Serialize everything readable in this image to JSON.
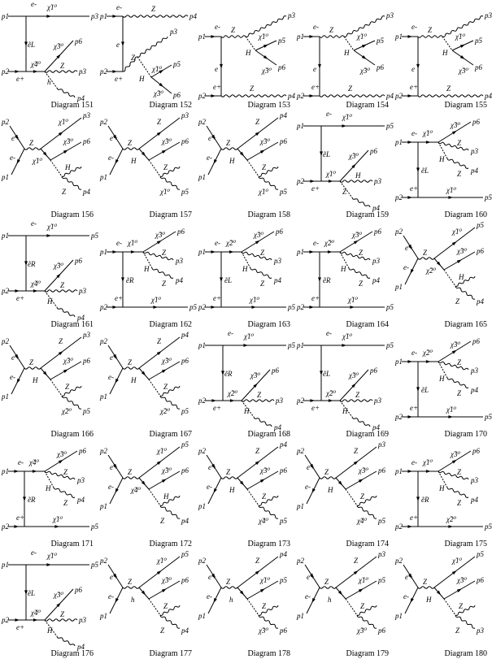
{
  "page": {
    "background": "#ffffff",
    "ink": "#000000"
  },
  "diagrams": [
    {
      "caption": "Diagram 151",
      "topo": "A",
      "labels": {
        "tl": "p1",
        "tr": "p3",
        "top_int": "χ̃1⁰",
        "left_t": "ẽL",
        "low_int": "χ̃4⁰",
        "r1": "χ̃3⁰",
        "r1p": "p6",
        "r2": "Z",
        "r2p": "p3",
        "bl": "p2",
        "leg_b": "e+",
        "h": "h",
        "hp": "p4",
        "top_el": "e-"
      }
    },
    {
      "caption": "Diagram 152",
      "topo": "B",
      "labels": {
        "tl": "p1",
        "tr": "p4",
        "top_int": "Z",
        "left_t": "e",
        "bl": "p2",
        "leg_b": "e+",
        "a": "Z",
        "ap": "p3",
        "b": "χ̃1⁰",
        "bp": "p5",
        "h": "H",
        "c": "χ̃3⁰",
        "cp": "p6",
        "top_el": "e-"
      }
    },
    {
      "caption": "Diagram 153",
      "topo": "C",
      "labels": {
        "tl": "p1",
        "tr": "p3",
        "top_int": "Z",
        "a": "χ̃1⁰",
        "ap": "p5",
        "h": "H",
        "b": "χ̃3⁰",
        "bp": "p6",
        "left_t": "e",
        "bl": "p2",
        "br": "p4",
        "bot_int": "Z",
        "top_el": "e-",
        "leg_b": "e+"
      }
    },
    {
      "caption": "Diagram 154",
      "topo": "C",
      "labels": {
        "tl": "p1",
        "tr": "p3",
        "top_int": "Z",
        "a": "χ̃1⁰",
        "ap": "p5",
        "h": "H",
        "b": "χ̃3⁰",
        "bp": "p6",
        "left_t": "e",
        "bl": "p2",
        "br": "p4",
        "bot_int": "Z",
        "top_el": "e-",
        "leg_b": "e+"
      }
    },
    {
      "caption": "Diagram 155",
      "topo": "C",
      "labels": {
        "tl": "p1",
        "tr": "p3",
        "top_int": "Z",
        "a": "χ̃1⁰",
        "ap": "p5",
        "h": "H",
        "b": "χ̃3⁰",
        "bp": "p6",
        "left_t": "e",
        "bl": "p2",
        "br": "p4",
        "bot_int": "Z",
        "top_el": "e-",
        "leg_b": "e+"
      }
    },
    {
      "caption": "Diagram 156",
      "topo": "D",
      "labels": {
        "pa": "p2",
        "pb": "p1",
        "ea": "e+",
        "eb": "e-",
        "z": "Z",
        "a": "χ̃1⁰",
        "ap": "p3",
        "b": "χ̃3⁰",
        "bp": "p6",
        "c": "χ̃1⁰",
        "h": "H",
        "d": "Z",
        "dp": "p4"
      }
    },
    {
      "caption": "Diagram 157",
      "topo": "D",
      "labels": {
        "pa": "p2",
        "pb": "p1",
        "ea": "e+",
        "eb": "e-",
        "z": "Z",
        "a": "Z",
        "ap": "p3",
        "b": "χ̃3⁰",
        "bp": "p6",
        "c": "H",
        "h": "Z",
        "d": "χ̃1⁰",
        "dp": "p5"
      }
    },
    {
      "caption": "Diagram 158",
      "topo": "D",
      "labels": {
        "pa": "p2",
        "pb": "p1",
        "ea": "e+",
        "eb": "e-",
        "z": "Z",
        "a": "Z",
        "ap": "p4",
        "b": "χ̃3⁰",
        "bp": "p6",
        "c": "H",
        "h": "Z",
        "d": "χ̃1⁰",
        "dp": "p5"
      }
    },
    {
      "caption": "Diagram 159",
      "topo": "A",
      "labels": {
        "tl": "p1",
        "tr": "p5",
        "top_int": "χ̃1⁰",
        "left_t": "ẽL",
        "low_int": "χ̃1⁰",
        "r1": "χ̃3⁰",
        "r1p": "p6",
        "r2": "H",
        "r2p": "p3",
        "bl": "p2",
        "leg_b": "e+",
        "h": "Z",
        "hp": "p4",
        "top_el": "e-"
      }
    },
    {
      "caption": "Diagram 160",
      "topo": "E",
      "labels": {
        "tl": "p1",
        "top_int": "χ̃1⁰",
        "a": "χ̃3⁰",
        "ap": "p6",
        "b": "Z",
        "bp": "p3",
        "h": "H",
        "c": "Z",
        "cp": "p4",
        "left_t": "ẽL",
        "bl": "p2",
        "bot_int": "χ̃1⁰",
        "br": "p5",
        "top_el": "e-",
        "leg_b": "e+"
      }
    },
    {
      "caption": "Diagram 161",
      "topo": "A",
      "labels": {
        "tl": "p1",
        "tr": "p5",
        "top_int": "χ̃1⁰",
        "left_t": "ẽR",
        "low_int": "χ̃4⁰",
        "r1": "χ̃3⁰",
        "r1p": "p6",
        "r2": "Z",
        "r2p": "p3",
        "bl": "p2",
        "leg_b": "e+",
        "h": "H",
        "hp": "p4",
        "top_el": "e-"
      }
    },
    {
      "caption": "Diagram 162",
      "topo": "E",
      "labels": {
        "tl": "p1",
        "top_int": "χ̃1⁰",
        "a": "χ̃3⁰",
        "ap": "p6",
        "b": "Z",
        "bp": "p3",
        "h": "H",
        "c": "Z",
        "cp": "p4",
        "left_t": "ẽR",
        "bl": "p2",
        "bot_int": "χ̃1⁰",
        "br": "p5",
        "top_el": "e-",
        "leg_b": "e+"
      }
    },
    {
      "caption": "Diagram 163",
      "topo": "E",
      "labels": {
        "tl": "p1",
        "top_int": "χ̃2⁰",
        "a": "χ̃3⁰",
        "ap": "p6",
        "b": "Z",
        "bp": "p3",
        "h": "H",
        "c": "Z",
        "cp": "p4",
        "left_t": "ẽL",
        "bl": "p2",
        "bot_int": "χ̃1⁰",
        "br": "p5",
        "top_el": "e-",
        "leg_b": "e+"
      }
    },
    {
      "caption": "Diagram 164",
      "topo": "E",
      "labels": {
        "tl": "p1",
        "top_int": "χ̃2⁰",
        "a": "χ̃3⁰",
        "ap": "p6",
        "b": "Z",
        "bp": "p3",
        "h": "H",
        "c": "Z",
        "cp": "p4",
        "left_t": "ẽR",
        "bl": "p2",
        "bot_int": "χ̃1⁰",
        "br": "p5",
        "top_el": "e-",
        "leg_b": "e+"
      }
    },
    {
      "caption": "Diagram 165",
      "topo": "D",
      "labels": {
        "pa": "p2",
        "pb": "p1",
        "ea": "e+",
        "eb": "e-",
        "z": "Z",
        "a": "χ̃1⁰",
        "ap": "p5",
        "b": "χ̃3⁰",
        "bp": "p6",
        "c": "χ̃2⁰",
        "h": "H",
        "d": "Z",
        "dp": "p4"
      }
    },
    {
      "caption": "Diagram 166",
      "topo": "D",
      "labels": {
        "pa": "p2",
        "pb": "p1",
        "ea": "e+",
        "eb": "e-",
        "z": "Z",
        "a": "Z",
        "ap": "p3",
        "b": "χ̃3⁰",
        "bp": "p6",
        "c": "H",
        "h": "Z",
        "d": "χ̃2⁰",
        "dp": "p5"
      }
    },
    {
      "caption": "Diagram 167",
      "topo": "D",
      "labels": {
        "pa": "p2",
        "pb": "p1",
        "ea": "e+",
        "eb": "e-",
        "z": "Z",
        "a": "Z",
        "ap": "p4",
        "b": "χ̃3⁰",
        "bp": "p6",
        "c": "H",
        "h": "Z",
        "d": "χ̃2⁰",
        "dp": "p5"
      }
    },
    {
      "caption": "Diagram 168",
      "topo": "A",
      "labels": {
        "tl": "p1",
        "tr": "p5",
        "top_int": "χ̃1⁰",
        "left_t": "ẽR",
        "low_int": "χ̃2⁰",
        "r1": "χ̃3⁰",
        "r1p": "p6",
        "r2": "Z",
        "r2p": "p3",
        "bl": "p2",
        "leg_b": "e+",
        "h": "H",
        "hp": "p4",
        "top_el": "e-"
      }
    },
    {
      "caption": "Diagram 169",
      "topo": "A",
      "labels": {
        "tl": "p1",
        "tr": "p5",
        "top_int": "χ̃1⁰",
        "left_t": "ẽL",
        "low_int": "χ̃2⁰",
        "r1": "χ̃3⁰",
        "r1p": "p6",
        "r2": "Z",
        "r2p": "p3",
        "bl": "p2",
        "leg_b": "e+",
        "h": "H",
        "hp": "p4",
        "top_el": "e-"
      }
    },
    {
      "caption": "Diagram 170",
      "topo": "E",
      "labels": {
        "tl": "p1",
        "top_int": "χ̃2⁰",
        "a": "χ̃3⁰",
        "ap": "p6",
        "b": "Z",
        "bp": "p3",
        "h": "H",
        "c": "Z",
        "cp": "p4",
        "left_t": "ẽL",
        "bl": "p2",
        "bot_int": "χ̃1⁰",
        "br": "p5",
        "top_el": "e-",
        "leg_b": "e+"
      }
    },
    {
      "caption": "Diagram 171",
      "topo": "E",
      "labels": {
        "tl": "p1",
        "top_int": "χ̃4⁰",
        "a": "χ̃3⁰",
        "ap": "p6",
        "b": "Z",
        "bp": "p3",
        "h": "H",
        "c": "Z",
        "cp": "p4",
        "left_t": "ẽR",
        "bl": "p2",
        "bot_int": "χ̃1⁰",
        "br": "p5",
        "top_el": "e-",
        "leg_b": "e+"
      }
    },
    {
      "caption": "Diagram 172",
      "topo": "D",
      "labels": {
        "pa": "p2",
        "pb": "p1",
        "ea": "e+",
        "eb": "e-",
        "z": "Z",
        "a": "χ̃1⁰",
        "ap": "p5",
        "b": "χ̃3⁰",
        "bp": "p6",
        "c": "χ̃4⁰",
        "h": "H",
        "d": "Z",
        "dp": "p4"
      }
    },
    {
      "caption": "Diagram 173",
      "topo": "D",
      "labels": {
        "pa": "p2",
        "pb": "p1",
        "ea": "e+",
        "eb": "e-",
        "z": "Z",
        "a": "Z",
        "ap": "p4",
        "b": "χ̃3⁰",
        "bp": "p6",
        "c": "H",
        "h": "Z",
        "d": "χ̃4⁰",
        "dp": "p5"
      }
    },
    {
      "caption": "Diagram 174",
      "topo": "D",
      "labels": {
        "pa": "p2",
        "pb": "p1",
        "ea": "e+",
        "eb": "e-",
        "z": "Z",
        "a": "Z",
        "ap": "p3",
        "b": "χ̃3⁰",
        "bp": "p6",
        "c": "H",
        "h": "Z",
        "d": "χ̃4⁰",
        "dp": "p5"
      }
    },
    {
      "caption": "Diagram 175",
      "topo": "E",
      "labels": {
        "tl": "p1",
        "top_int": "χ̃1⁰",
        "a": "χ̃3⁰",
        "ap": "p6",
        "b": "Z",
        "bp": "p3",
        "h": "H",
        "c": "Z",
        "cp": "p4",
        "left_t": "ẽR",
        "bl": "p2",
        "bot_int": "χ̃2⁰",
        "br": "p5",
        "top_el": "e-",
        "leg_b": "e+"
      }
    },
    {
      "caption": "Diagram 176",
      "topo": "A",
      "labels": {
        "tl": "p1",
        "tr": "p5",
        "top_int": "χ̃1⁰",
        "left_t": "ẽL",
        "low_int": "χ̃4⁰",
        "r1": "χ̃3⁰",
        "r1p": "p6",
        "r2": "Z",
        "r2p": "p3",
        "bl": "p2",
        "leg_b": "e+",
        "h": "H",
        "hp": "p4",
        "top_el": "e-"
      }
    },
    {
      "caption": "Diagram 177",
      "topo": "D",
      "labels": {
        "pa": "p2",
        "pb": "p1",
        "ea": "e+",
        "eb": "e-",
        "z": "Z",
        "a": "χ̃1⁰",
        "ap": "p5",
        "b": "χ̃3⁰",
        "bp": "p6",
        "c": "h",
        "h": "Z",
        "d": "Z",
        "dp": "p4"
      }
    },
    {
      "caption": "Diagram 178",
      "topo": "D",
      "labels": {
        "pa": "p2",
        "pb": "p1",
        "ea": "e+",
        "eb": "e-",
        "z": "Z",
        "a": "Z",
        "ap": "p4",
        "b": "χ̃1⁰",
        "bp": "p5",
        "c": "h",
        "h": "Z",
        "d": "χ̃3⁰",
        "dp": "p6"
      }
    },
    {
      "caption": "Diagram 179",
      "topo": "D",
      "labels": {
        "pa": "p2",
        "pb": "p1",
        "ea": "e+",
        "eb": "e-",
        "z": "Z",
        "a": "Z",
        "ap": "p3",
        "b": "χ̃1⁰",
        "bp": "p5",
        "c": "h",
        "h": "Z",
        "d": "χ̃3⁰",
        "dp": "p6"
      }
    },
    {
      "caption": "Diagram 180",
      "topo": "D",
      "labels": {
        "pa": "p2",
        "pb": "p1",
        "ea": "e+",
        "eb": "e-",
        "z": "Z",
        "a": "χ̃1⁰",
        "ap": "p5",
        "b": "χ̃3⁰",
        "bp": "p6",
        "c": "H",
        "h": "Z",
        "d": "Z",
        "dp": "p3"
      }
    }
  ]
}
